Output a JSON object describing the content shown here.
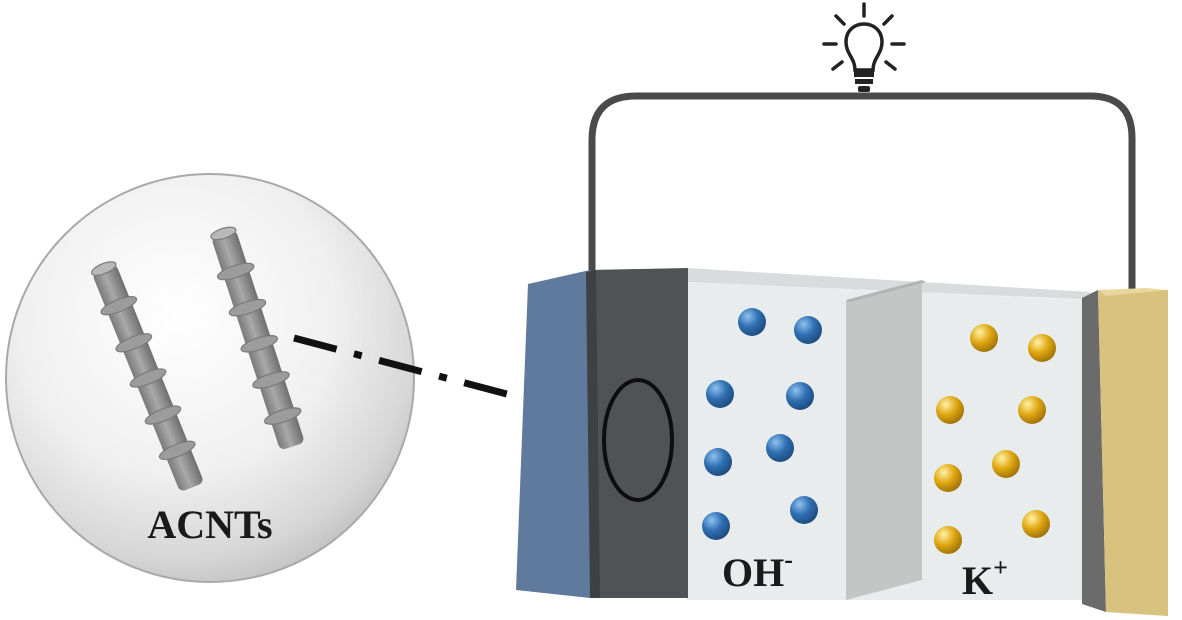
{
  "labels": {
    "sphere": "ACNTs",
    "anion": "OH",
    "anion_charge": "-",
    "cation": "K",
    "cation_charge": "+"
  },
  "colors": {
    "anion_ion": "#2f6fb3",
    "cation_ion": "#e0a812",
    "left_electrode_side": "#5f7a9c",
    "left_electrode_face": "#4f5356",
    "right_electrode": "#d8c27e",
    "electrolyte": "#e8ecec",
    "separator": "#c4c6c6",
    "wire": "#4a4a4a"
  },
  "icons": {
    "bulb": "light-bulb-icon"
  }
}
